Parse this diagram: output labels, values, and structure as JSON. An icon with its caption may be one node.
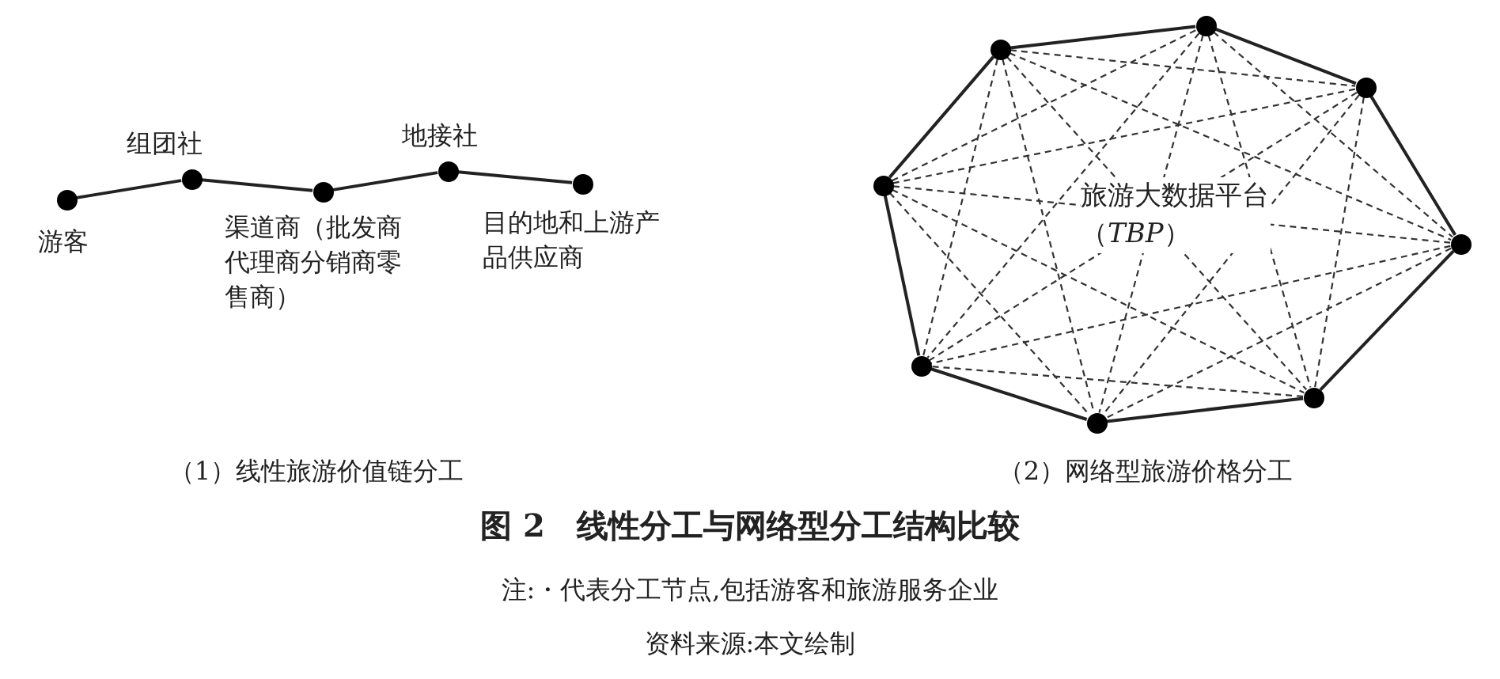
{
  "diagram": {
    "title": "图 2　线性分工与网络型分工结构比较",
    "nodes": [
      {
        "text": [],
        "shape": "circle",
        "beside": [
          "游客"
        ]
      },
      {
        "text": [],
        "shape": "circle",
        "beside": [
          "组团社"
        ]
      },
      {
        "text": [],
        "shape": "circle",
        "beside": [
          "渠道商（批发商代理商分销商零售商）"
        ]
      },
      {
        "text": [],
        "shape": "circle",
        "beside": [
          "地接社"
        ]
      },
      {
        "text": [],
        "shape": "circle",
        "beside": [
          "目的地和上游产品供应商"
        ]
      },
      {
        "text": [],
        "shape": "circle"
      },
      {
        "text": [],
        "shape": "circle"
      },
      {
        "text": [],
        "shape": "circle"
      },
      {
        "text": [],
        "shape": "circle"
      },
      {
        "text": [],
        "shape": "circle"
      },
      {
        "text": [],
        "shape": "circle"
      },
      {
        "text": [],
        "shape": "circle"
      },
      {
        "text": [],
        "shape": "circle"
      }
    ],
    "edges": [
      {
        "from": 0,
        "to": 1,
        "arrow": "none"
      },
      {
        "from": 1,
        "to": 2,
        "arrow": "none"
      },
      {
        "from": 2,
        "to": 3,
        "arrow": "none"
      },
      {
        "from": 3,
        "to": 4,
        "arrow": "none"
      },
      {
        "from": 5,
        "to": 6,
        "arrow": "none"
      },
      {
        "from": 6,
        "to": 7,
        "arrow": "none"
      },
      {
        "from": 7,
        "to": 8,
        "arrow": "none"
      },
      {
        "from": 8,
        "to": 9,
        "arrow": "none"
      },
      {
        "from": 9,
        "to": 10,
        "arrow": "none"
      },
      {
        "from": 10,
        "to": 11,
        "arrow": "none"
      },
      {
        "from": 11,
        "to": 12,
        "arrow": "none"
      },
      {
        "from": 12,
        "to": 5,
        "arrow": "none"
      },
      {
        "from": 5,
        "to": 7,
        "arrow": "none",
        "style": "dashed"
      },
      {
        "from": 5,
        "to": 8,
        "arrow": "none",
        "style": "dashed"
      },
      {
        "from": 5,
        "to": 9,
        "arrow": "none",
        "style": "dashed"
      },
      {
        "from": 5,
        "to": 10,
        "arrow": "none",
        "style": "dashed"
      },
      {
        "from": 5,
        "to": 11,
        "arrow": "none",
        "style": "dashed"
      },
      {
        "from": 6,
        "to": 8,
        "arrow": "none",
        "style": "dashed"
      },
      {
        "from": 6,
        "to": 9,
        "arrow": "none",
        "style": "dashed"
      },
      {
        "from": 6,
        "to": 10,
        "arrow": "none",
        "style": "dashed"
      },
      {
        "from": 6,
        "to": 11,
        "arrow": "none",
        "style": "dashed"
      },
      {
        "from": 6,
        "to": 12,
        "arrow": "none",
        "style": "dashed"
      },
      {
        "from": 7,
        "to": 9,
        "arrow": "none",
        "style": "dashed"
      },
      {
        "from": 7,
        "to": 10,
        "arrow": "none",
        "style": "dashed"
      },
      {
        "from": 7,
        "to": 11,
        "arrow": "none",
        "style": "dashed"
      },
      {
        "from": 7,
        "to": 12,
        "arrow": "none",
        "style": "dashed"
      },
      {
        "from": 8,
        "to": 10,
        "arrow": "none",
        "style": "dashed"
      },
      {
        "from": 8,
        "to": 11,
        "arrow": "none",
        "style": "dashed"
      },
      {
        "from": 8,
        "to": 12,
        "arrow": "none",
        "style": "dashed"
      },
      {
        "from": 9,
        "to": 11,
        "arrow": "none",
        "style": "dashed"
      },
      {
        "from": 9,
        "to": 12,
        "arrow": "none",
        "style": "dashed"
      },
      {
        "from": 10,
        "to": 12,
        "arrow": "none",
        "style": "dashed"
      }
    ],
    "labels": [
      "旅游大数据平台（*TBP*）",
      "（1）线性旅游价值链分工",
      "（2）网络型旅游价格分工",
      "注:・代表分工节点,包括游客和旅游服务企业",
      "资料来源:本文绘制"
    ]
  }
}
